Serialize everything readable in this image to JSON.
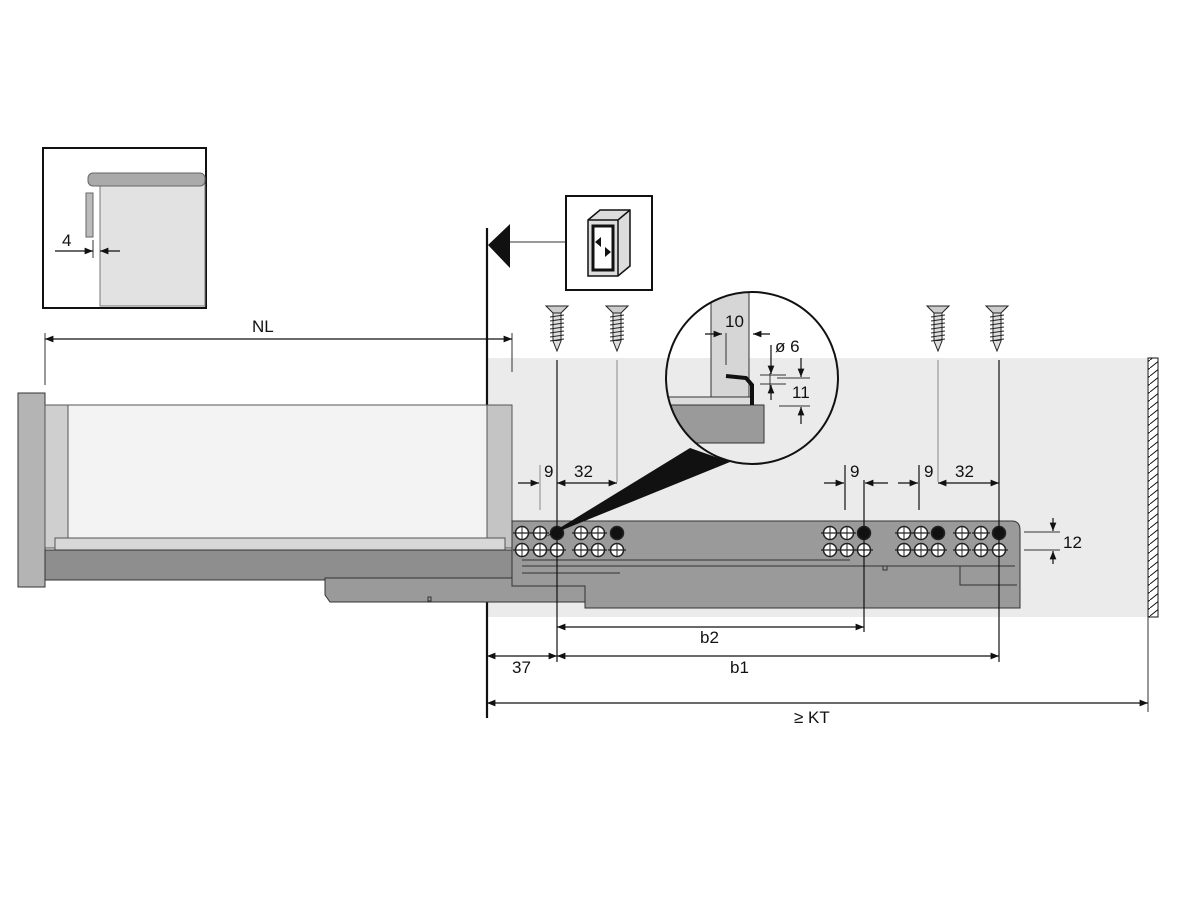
{
  "inset": {
    "gap_label": "4"
  },
  "dimensions": {
    "nl": "NL",
    "detail_width": "10",
    "detail_diameter": "ø 6",
    "detail_height": "11",
    "front_offset": "9",
    "front_spacing": "32",
    "mid_offset": "9",
    "rear_offset": "9",
    "rear_spacing": "32",
    "row_spacing": "12",
    "b2": "b2",
    "b1": "b1",
    "setback": "37",
    "kt": "≥ KT"
  },
  "colors": {
    "panel": "#ebebec",
    "runner": "#9a9a9a",
    "outline": "#111111"
  }
}
